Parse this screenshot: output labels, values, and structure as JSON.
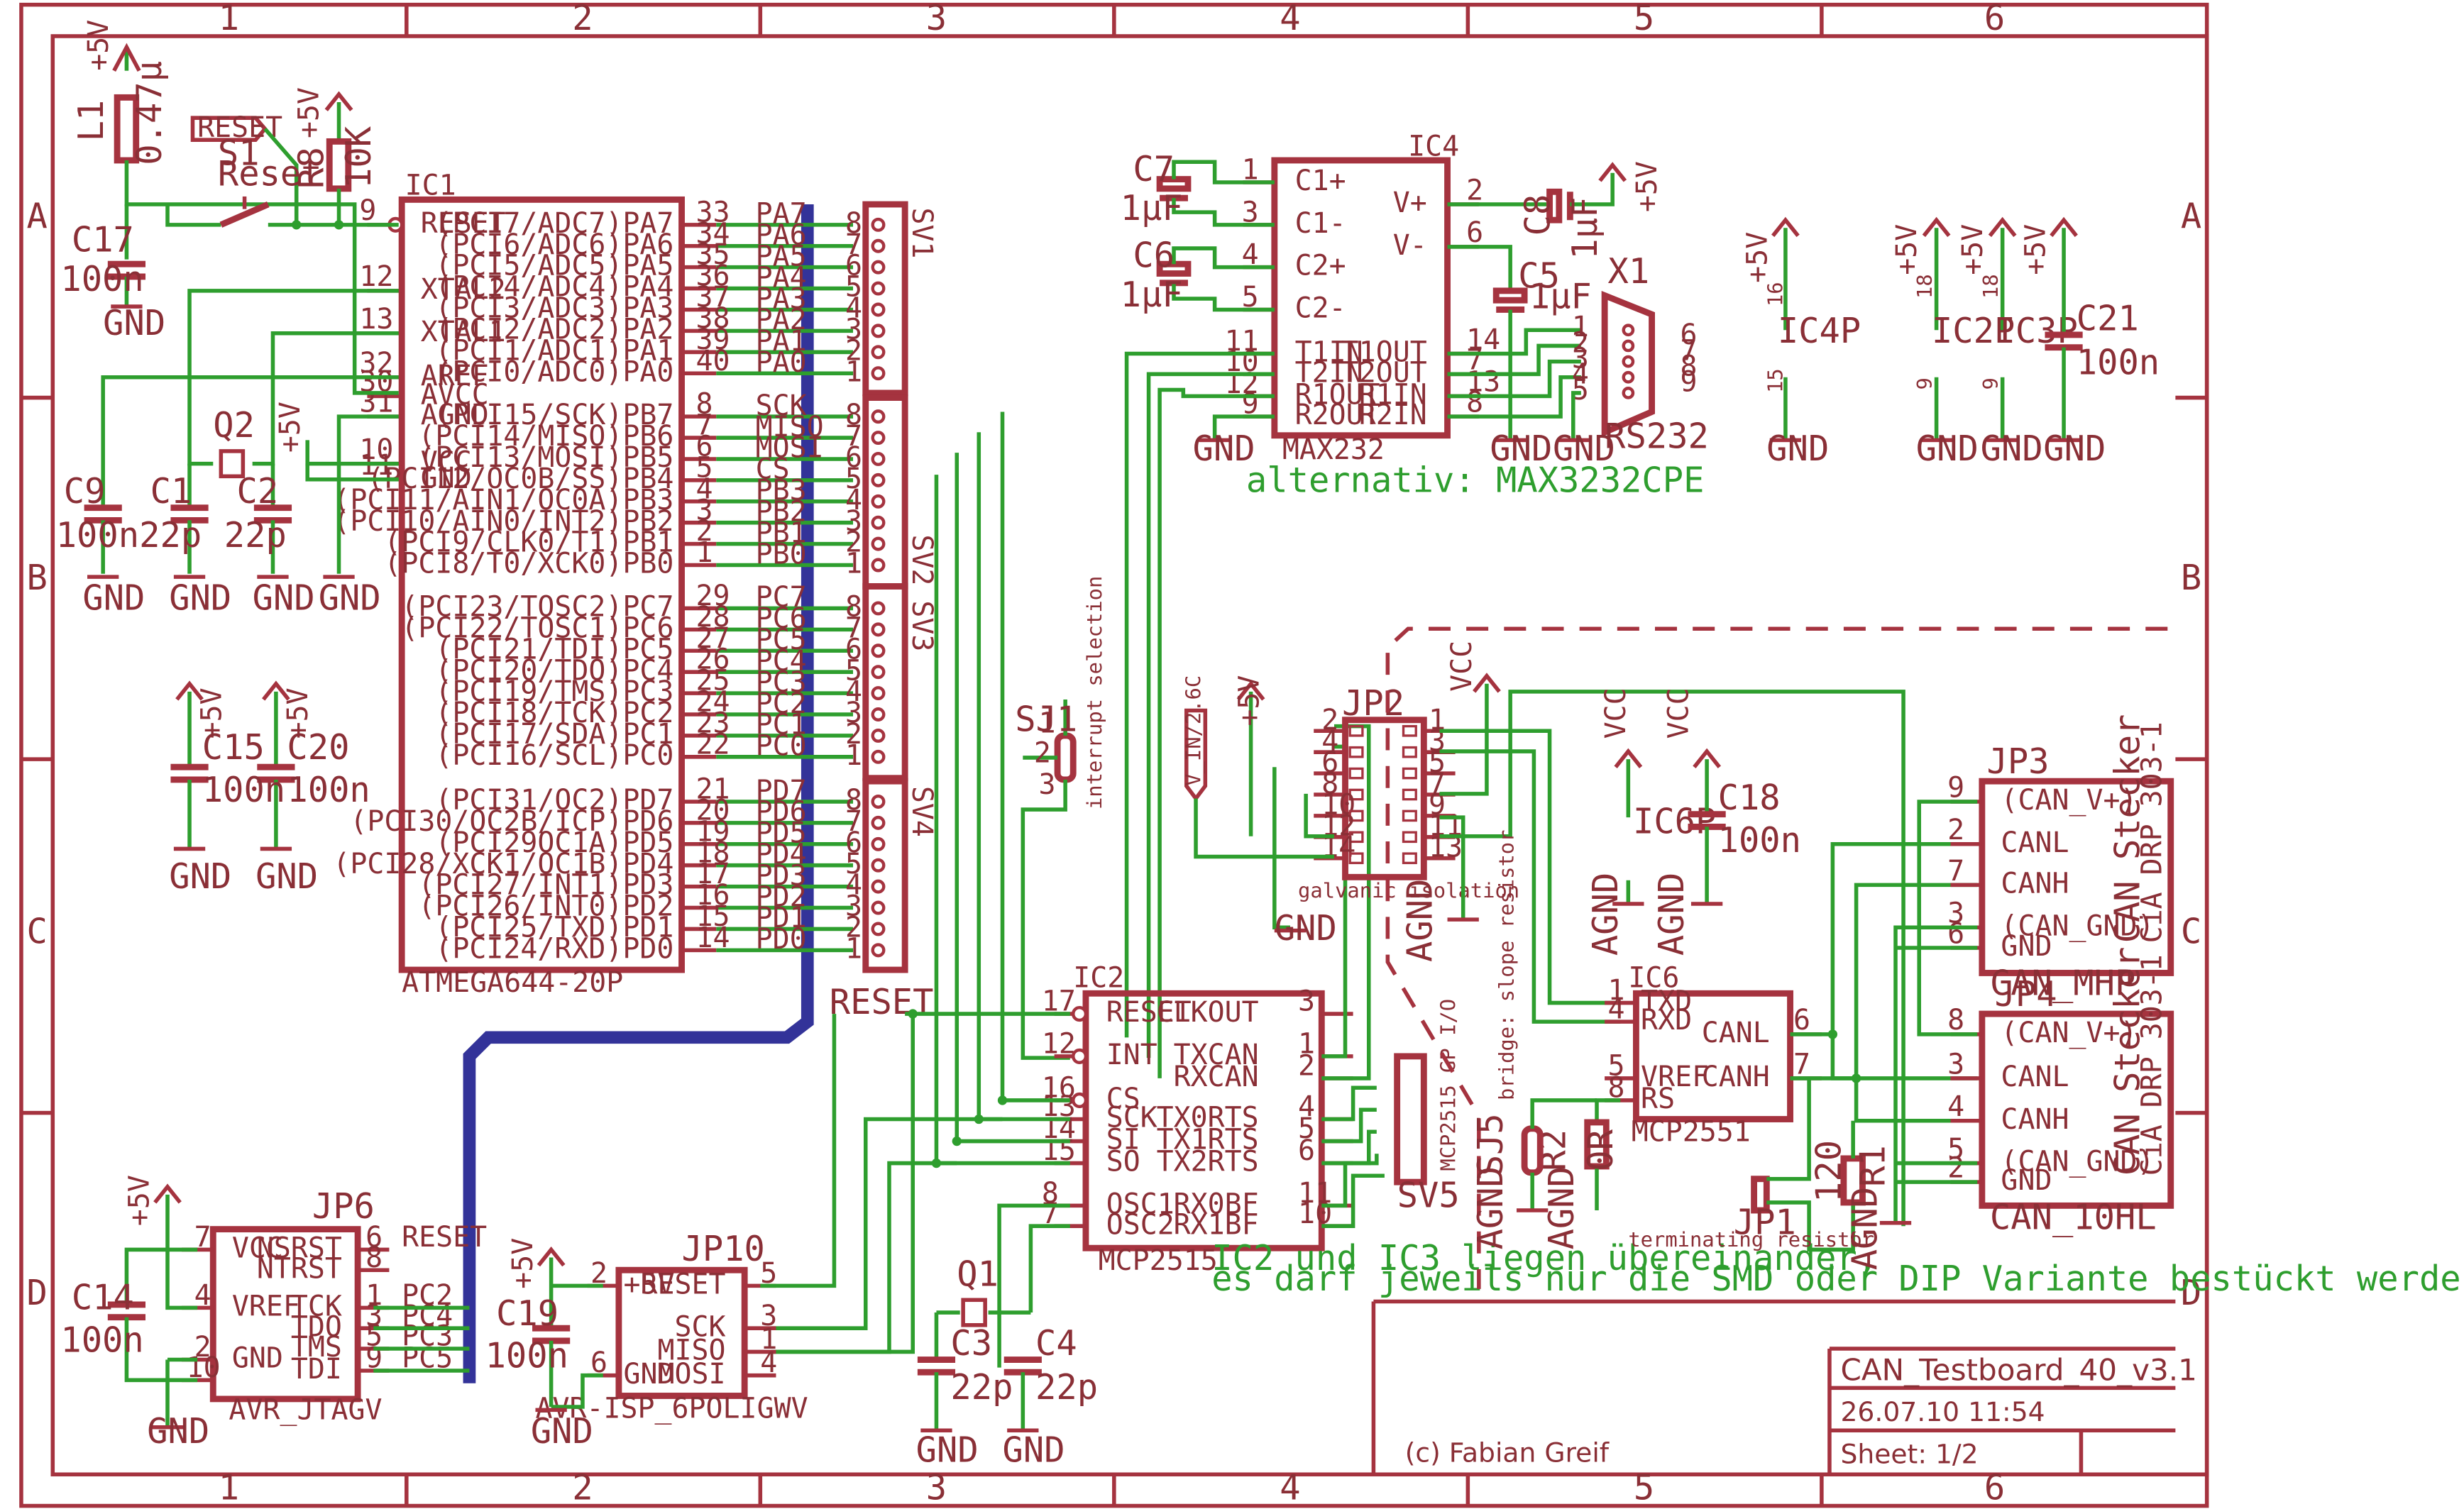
{
  "border": {
    "columns": [
      "1",
      "2",
      "3",
      "4",
      "5",
      "6"
    ],
    "rows": [
      "A",
      "B",
      "C",
      "D"
    ]
  },
  "title_block": {
    "title": "CAN_Testboard_40_v3.1",
    "date": "26.07.10 11:54",
    "sheet": "Sheet: 1/2",
    "author": "(c) Fabian Greif"
  },
  "notes": {
    "alternativ": "alternativ: MAX3232CPE",
    "note_line1": "IC2 und IC3 liegen übereinander,",
    "note_line2": "es darf jeweils nur die SMD oder DIP Variante bestückt werden",
    "interrupt": "interrupt selection",
    "galvanic": "galvanic isolation",
    "terminating": "terminating resistor",
    "bridge": "bridge: slope resistor",
    "gpio": "MCP2515 GP I/O"
  },
  "ic1": {
    "name": "IC1",
    "part": "ATMEGA644-20P",
    "left_pins": [
      {
        "label": "RESET",
        "num": "9"
      },
      {
        "label": "XTAL2",
        "num": "12"
      },
      {
        "label": "XTAL1",
        "num": "13"
      },
      {
        "label": "AREF",
        "num": "32"
      },
      {
        "label": "AVCC",
        "num": "30"
      },
      {
        "label": "AGND",
        "num": "31"
      },
      {
        "label": "VCC",
        "num": "10"
      },
      {
        "label": "GND",
        "num": "11"
      }
    ],
    "porta": [
      {
        "label": "(PCI7/ADC7)PA7",
        "num": "33",
        "net": "PA7"
      },
      {
        "label": "(PCI6/ADC6)PA6",
        "num": "34",
        "net": "PA6"
      },
      {
        "label": "(PCI5/ADC5)PA5",
        "num": "35",
        "net": "PA5"
      },
      {
        "label": "(PCI4/ADC4)PA4",
        "num": "36",
        "net": "PA4"
      },
      {
        "label": "(PCI3/ADC3)PA3",
        "num": "37",
        "net": "PA3"
      },
      {
        "label": "(PCI2/ADC2)PA2",
        "num": "38",
        "net": "PA2"
      },
      {
        "label": "(PCI1/ADC1)PA1",
        "num": "39",
        "net": "PA1"
      },
      {
        "label": "(PCI0/ADC0)PA0",
        "num": "40",
        "net": "PA0"
      }
    ],
    "portb": [
      {
        "label": "(PCI15/SCK)PB7",
        "num": "8",
        "net": "SCK"
      },
      {
        "label": "(PCI14/MISO)PB6",
        "num": "7",
        "net": "MISO"
      },
      {
        "label": "(PCI13/MOSI)PB5",
        "num": "6",
        "net": "MOSI"
      },
      {
        "label": "(PCI12/OC0B/SS)PB4",
        "num": "5",
        "net": "CS"
      },
      {
        "label": "(PCI11/AIN1/OC0A)PB3",
        "num": "4",
        "net": "PB3"
      },
      {
        "label": "(PCI10/AIN0/INT2)PB2",
        "num": "3",
        "net": "PB2"
      },
      {
        "label": "(PCI9/CLK0/T1)PB1",
        "num": "2",
        "net": "PB1"
      },
      {
        "label": "(PCI8/T0/XCK0)PB0",
        "num": "1",
        "net": "PB0"
      }
    ],
    "portc": [
      {
        "label": "(PCI23/TOSC2)PC7",
        "num": "29",
        "net": "PC7"
      },
      {
        "label": "(PCI22/TOSC1)PC6",
        "num": "28",
        "net": "PC6"
      },
      {
        "label": "(PCI21/TDI)PC5",
        "num": "27",
        "net": "PC5"
      },
      {
        "label": "(PCI20/TDO)PC4",
        "num": "26",
        "net": "PC4"
      },
      {
        "label": "(PCI19/TMS)PC3",
        "num": "25",
        "net": "PC3"
      },
      {
        "label": "(PCI18/TCK)PC2",
        "num": "24",
        "net": "PC2"
      },
      {
        "label": "(PCI17/SDA)PC1",
        "num": "23",
        "net": "PC1"
      },
      {
        "label": "(PCI16/SCL)PC0",
        "num": "22",
        "net": "PC0"
      }
    ],
    "portd": [
      {
        "label": "(PCI31/OC2)PD7",
        "num": "21",
        "net": "PD7"
      },
      {
        "label": "(PCI30/OC2B/ICP)PD6",
        "num": "20",
        "net": "PD6"
      },
      {
        "label": "(PCI29OC1A)PD5",
        "num": "19",
        "net": "PD5"
      },
      {
        "label": "(PCI28/XCK1/OC1B)PD4",
        "num": "18",
        "net": "PD4"
      },
      {
        "label": "(PCI27/INT1)PD3",
        "num": "17",
        "net": "PD3"
      },
      {
        "label": "(PCI26/INT0)PD2",
        "num": "16",
        "net": "PD2"
      },
      {
        "label": "(PCI25/TXD)PD1",
        "num": "15",
        "net": "PD1"
      },
      {
        "label": "(PCI24/RXD)PD0",
        "num": "14",
        "net": "PD0"
      }
    ]
  },
  "headers": {
    "sv1": "SV1",
    "sv2": "SV2",
    "sv3": "SV3",
    "sv4": "SV4",
    "sv5": "SV5",
    "pins8": [
      "8",
      "7",
      "6",
      "5",
      "4",
      "3",
      "2",
      "1"
    ]
  },
  "left_parts": {
    "l1": "L1",
    "l1_val": "0.47µ",
    "s1": "S1",
    "s1_val": "Reset",
    "reset_flag": "RESET",
    "r8": "R8",
    "r8_val": "10K",
    "c17": "C17",
    "c17_val": "100n",
    "q2": "Q2",
    "c9": "C9",
    "c9_val": "100n",
    "c1": "C1",
    "c1_val": "22p",
    "c2": "C2",
    "c2_val": "22p",
    "c15": "C15",
    "c15_val": "100n",
    "c20": "C20",
    "c20_val": "100n",
    "gnd": "GND",
    "p5v": "+5V",
    "vcc": "VCC",
    "agnd": "AGND"
  },
  "ic4": {
    "name": "IC4",
    "part": "MAX232",
    "left": [
      {
        "label": "C1+",
        "num": "1"
      },
      {
        "label": "C1-",
        "num": "3"
      },
      {
        "label": "C2+",
        "num": "4"
      },
      {
        "label": "C2-",
        "num": "5"
      },
      {
        "label": "T1IN",
        "num": "11"
      },
      {
        "label": "T2IN",
        "num": "10"
      },
      {
        "label": "R1OUT",
        "num": "12"
      },
      {
        "label": "R2OUT",
        "num": "9"
      }
    ],
    "right": [
      {
        "label": "V+",
        "num": "2"
      },
      {
        "label": "V-",
        "num": "6"
      },
      {
        "label": "T1OUT",
        "num": "14"
      },
      {
        "label": "T2OUT",
        "num": "7"
      },
      {
        "label": "R1IN",
        "num": "13"
      },
      {
        "label": "R2IN",
        "num": "8"
      }
    ],
    "c7": "C7",
    "c6": "C6",
    "c5": "C5",
    "c8": "C8",
    "cap_val": "1µF",
    "x1": "X1",
    "x1_part": "RS232",
    "x1_pins_left": [
      "1",
      "2",
      "3",
      "4",
      "5"
    ],
    "x1_pins_right": [
      "6",
      "7",
      "8",
      "9"
    ]
  },
  "power_blocks": {
    "ic4p": "IC4P",
    "ic2p": "IC2P",
    "ic3p": "IC3P",
    "ic6p": "IC6P",
    "c21": "C21",
    "c21_val": "100n",
    "c18": "C18",
    "c18_val": "100n",
    "vcc_pin": "16",
    "gnd_pin": "15",
    "vcc2": "18",
    "gnd2": "9",
    "vcc_l": "VCC",
    "gnd_l": "GND"
  },
  "ic2": {
    "name": "IC2",
    "part": "MCP2515",
    "left": [
      {
        "label": "RESET",
        "num": "17"
      },
      {
        "label": "INT",
        "num": "12"
      },
      {
        "label": "CS",
        "num": "16"
      },
      {
        "label": "SCK",
        "num": "13"
      },
      {
        "label": "SI",
        "num": "14"
      },
      {
        "label": "SO",
        "num": "15"
      },
      {
        "label": "OSC1",
        "num": "8"
      },
      {
        "label": "OSC2",
        "num": "7"
      }
    ],
    "right": [
      {
        "label": "CLKOUT",
        "num": "3"
      },
      {
        "label": "TXCAN",
        "num": "1"
      },
      {
        "label": "RXCAN",
        "num": "2"
      },
      {
        "label": "TX0RTS",
        "num": "4"
      },
      {
        "label": "TX1RTS",
        "num": "5"
      },
      {
        "label": "TX2RTS",
        "num": "6"
      },
      {
        "label": "RX0BF",
        "num": "11"
      },
      {
        "label": "RX1BF",
        "num": "10"
      }
    ],
    "reset_net": "RESET",
    "q1": "Q1",
    "c3": "C3",
    "c3_val": "22p",
    "c4": "C4",
    "c4_val": "22p"
  },
  "ic6": {
    "name": "IC6",
    "part": "MCP2551",
    "left": [
      {
        "label": "TXD",
        "num": "1"
      },
      {
        "label": "RXD",
        "num": "4"
      },
      {
        "label": "VREF",
        "num": "5"
      },
      {
        "label": "RS",
        "num": "8"
      }
    ],
    "right": [
      {
        "label": "CANL",
        "num": "6"
      },
      {
        "label": "CANH",
        "num": "7"
      }
    ],
    "sj5": "SJ5",
    "r2": "R2",
    "r2_val": "0R",
    "r1": "R1",
    "r1_val": "120",
    "jp1": "JP1"
  },
  "jp2": {
    "name": "JP2",
    "left": [
      "2",
      "4",
      "6",
      "8",
      "10",
      "12",
      "14"
    ],
    "right": [
      "1",
      "3",
      "5",
      "7",
      "9",
      "11",
      "13"
    ],
    "vin": "V_IN/2.6C"
  },
  "jp3": {
    "name": "JP3",
    "part": "CAN_MHP",
    "side": "CAN Stecker",
    "side2": "CiA DRP 303-1",
    "pins": [
      {
        "label": "(CAN_V+)",
        "num": "9"
      },
      {
        "label": "CANL",
        "num": "2"
      },
      {
        "label": "CANH",
        "num": "7"
      },
      {
        "label": "(CAN_GND)",
        "num": "3"
      },
      {
        "label": "GND",
        "num": "6"
      }
    ]
  },
  "jp4": {
    "name": "JP4",
    "part": "CAN_10HL",
    "side": "CAN Stecker",
    "side2": "CiA DRP 303-1",
    "pins": [
      {
        "label": "(CAN_V+)",
        "num": "8"
      },
      {
        "label": "CANL",
        "num": "3"
      },
      {
        "label": "CANH",
        "num": "4"
      },
      {
        "label": "(CAN_GND)",
        "num": "5"
      },
      {
        "label": "GND",
        "num": "2"
      }
    ]
  },
  "jp6": {
    "name": "JP6",
    "part": "AVR_JTAGV",
    "left": [
      {
        "label": "VCC",
        "num": "7"
      },
      {
        "label": "VREF",
        "num": "4"
      },
      {
        "label": "GND",
        "num": "2"
      }
    ],
    "left_extra": "10",
    "right": [
      {
        "label": "NSRST",
        "num": "6"
      },
      {
        "label": "NTRST",
        "num": "8"
      },
      {
        "label": "TCK",
        "num": "1"
      },
      {
        "label": "TDO",
        "num": "3"
      },
      {
        "label": "TMS",
        "num": "5"
      },
      {
        "label": "TDI",
        "num": "9"
      }
    ],
    "nets": [
      "RESET",
      "PC2",
      "PC4",
      "PC3",
      "PC5"
    ],
    "c14": "C14",
    "c14_val": "100n"
  },
  "jp10": {
    "name": "JP10",
    "part": "AVR-ISP_6POLIGWV",
    "left": [
      {
        "label": "+5V",
        "num": "2"
      },
      {
        "label": "GND",
        "num": "6"
      }
    ],
    "right": [
      {
        "label": "RESET",
        "num": "5"
      },
      {
        "label": "SCK",
        "num": "3"
      },
      {
        "label": "MISO",
        "num": "1"
      },
      {
        "label": "MOSI",
        "num": "4"
      }
    ],
    "c19": "C19",
    "c19_val": "100n"
  },
  "sj1": {
    "name": "SJ1",
    "pins": [
      "1",
      "2",
      "3"
    ]
  }
}
